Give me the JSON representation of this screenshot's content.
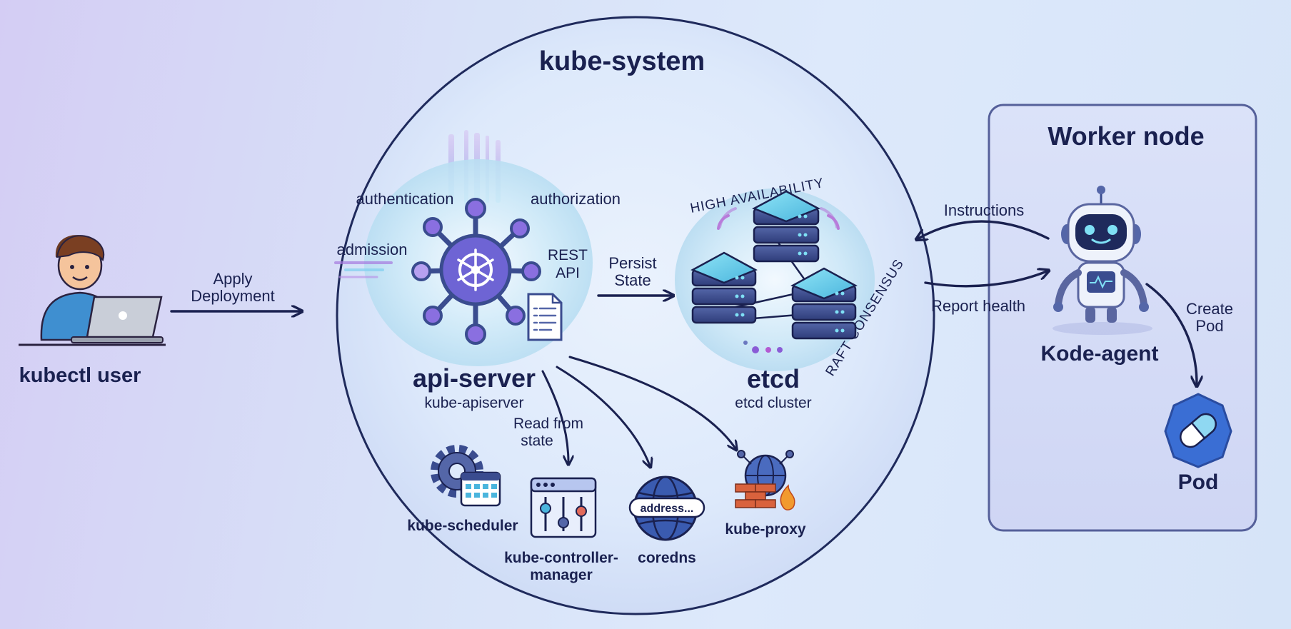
{
  "diagram": {
    "kube_system": {
      "title": "kube-system"
    },
    "kubectl_user": {
      "label": "kubectl user"
    },
    "edges": {
      "apply_deployment": [
        "Apply",
        "Deployment"
      ],
      "persist_state": [
        "Persist",
        "State"
      ],
      "instructions": "Instructions",
      "report_health": "Report health",
      "create_pod": [
        "Create",
        "Pod"
      ],
      "read_from_state": [
        "Read from",
        "state"
      ]
    },
    "api_server": {
      "title": "api-server",
      "subtitle": "kube-apiserver",
      "authentication": "authentication",
      "authorization": "authorization",
      "admission": "admission",
      "rest_api": [
        "REST",
        "API"
      ]
    },
    "etcd": {
      "title": "etcd",
      "subtitle": "etcd cluster",
      "high_availability": "HIGH AVAILABILITY",
      "raft_consensus": "RAFT CONSENSUS"
    },
    "components": {
      "scheduler": "kube-scheduler",
      "controller_manager": [
        "kube-controller-",
        "manager"
      ],
      "coredns": "coredns",
      "coredns_address": "address...",
      "kube_proxy": "kube-proxy"
    },
    "worker_node": {
      "title": "Worker node",
      "agent": "Kode-agent",
      "pod": "Pod"
    },
    "colors": {
      "ink": "#1a2150",
      "accent_purple": "#8a5cd6",
      "accent_cyan": "#53c6e8",
      "server_blue": "#3a4c8f"
    },
    "icons": [
      "person-laptop-icon",
      "kubernetes-helm-icon",
      "document-icon",
      "server-stack-icon",
      "gear-calendar-icon",
      "sliders-panel-icon",
      "globe-icon",
      "firewall-globe-icon",
      "robot-icon",
      "capsule-icon"
    ]
  }
}
